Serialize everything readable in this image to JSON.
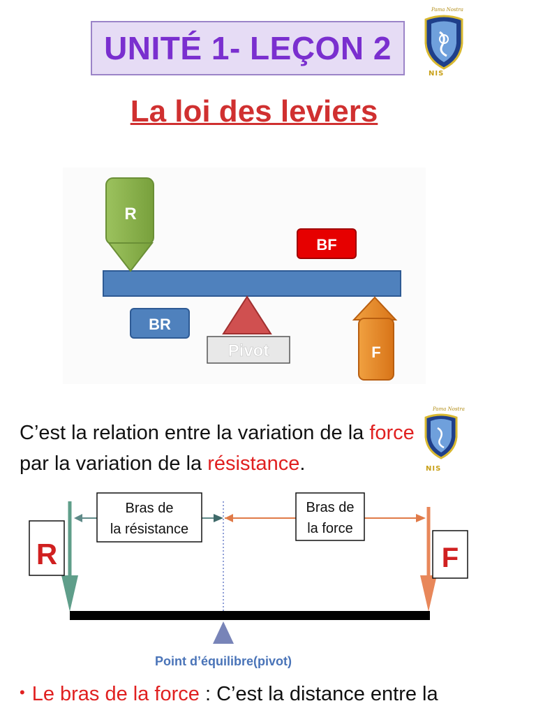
{
  "header": {
    "title": "UNITÉ  1- LEÇON 2",
    "subtitle": "La loi des leviers"
  },
  "logo": {
    "motto": "Pama Nostra",
    "emblem": "NIS",
    "icon": "school-crest-icon"
  },
  "diagram1": {
    "resistance": "R",
    "force": "F",
    "resistance_arm": "BR",
    "force_arm": "BF",
    "pivot": "Pivot"
  },
  "paragraph": {
    "part1": "C’est la relation entre la variation de la ",
    "force_word": "force",
    "part2": "par la variation de la ",
    "resistance_word": "résistance",
    "end": "."
  },
  "diagram2": {
    "resistance": "R",
    "force": "F",
    "resistance_arm_line1": "Bras de",
    "resistance_arm_line2": "la résistance",
    "force_arm_line1": "Bras de",
    "force_arm_line2": "la force",
    "pivot_caption": "Point d’équilibre(pivot)"
  },
  "bullet": {
    "term": "Le bras de la force",
    "definition": " : C’est la distance entre la"
  },
  "colors": {
    "title": "#7a2fcf",
    "subtitle": "#d03030",
    "highlight": "#e02020",
    "lever": "#4f81bd",
    "resistance_arrow": "#8db453",
    "force_arrow": "#e98a2b",
    "pivot": "#d05050"
  }
}
